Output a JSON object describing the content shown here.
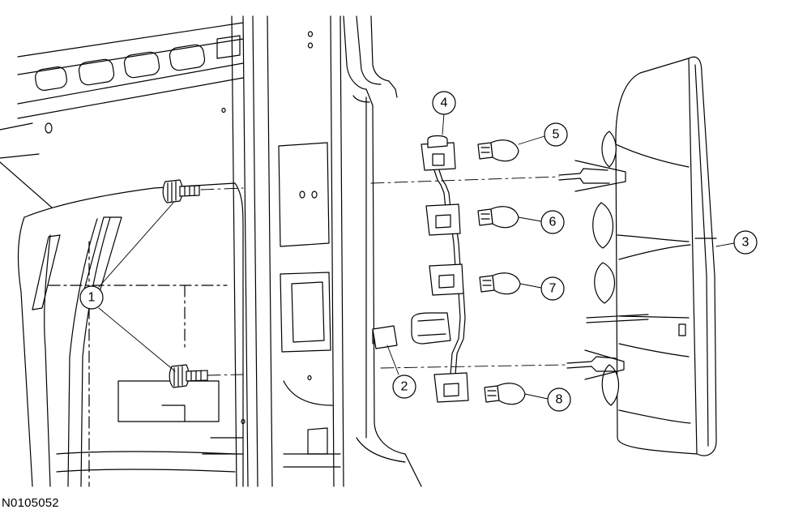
{
  "figure_id": "N0105052",
  "callouts": [
    {
      "label": "1"
    },
    {
      "label": "2"
    },
    {
      "label": "3"
    },
    {
      "label": "4"
    },
    {
      "label": "5"
    },
    {
      "label": "6"
    },
    {
      "label": "7"
    },
    {
      "label": "8"
    }
  ],
  "colors": {
    "line": "#000000",
    "background": "#ffffff",
    "shade": "#d9d9d9"
  }
}
